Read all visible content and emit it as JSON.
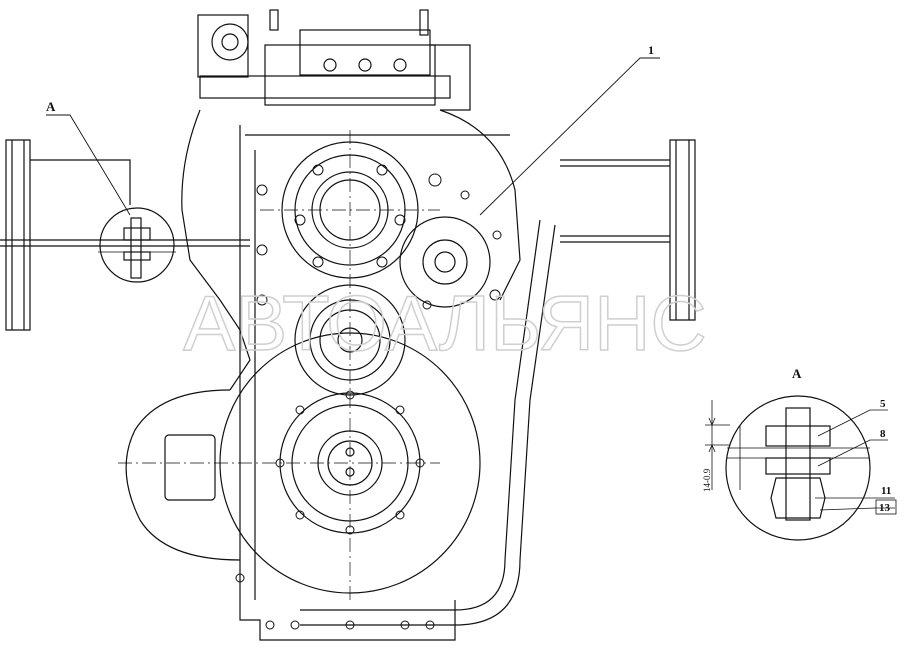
{
  "watermark": "АВТОАЛЬЯНС",
  "callouts": {
    "view_marker": "A",
    "view_title": "A",
    "part_1": "1",
    "part_5": "5",
    "part_8": "8",
    "part_11": "11",
    "part_13": "13",
    "dimension": "14-0.9"
  }
}
